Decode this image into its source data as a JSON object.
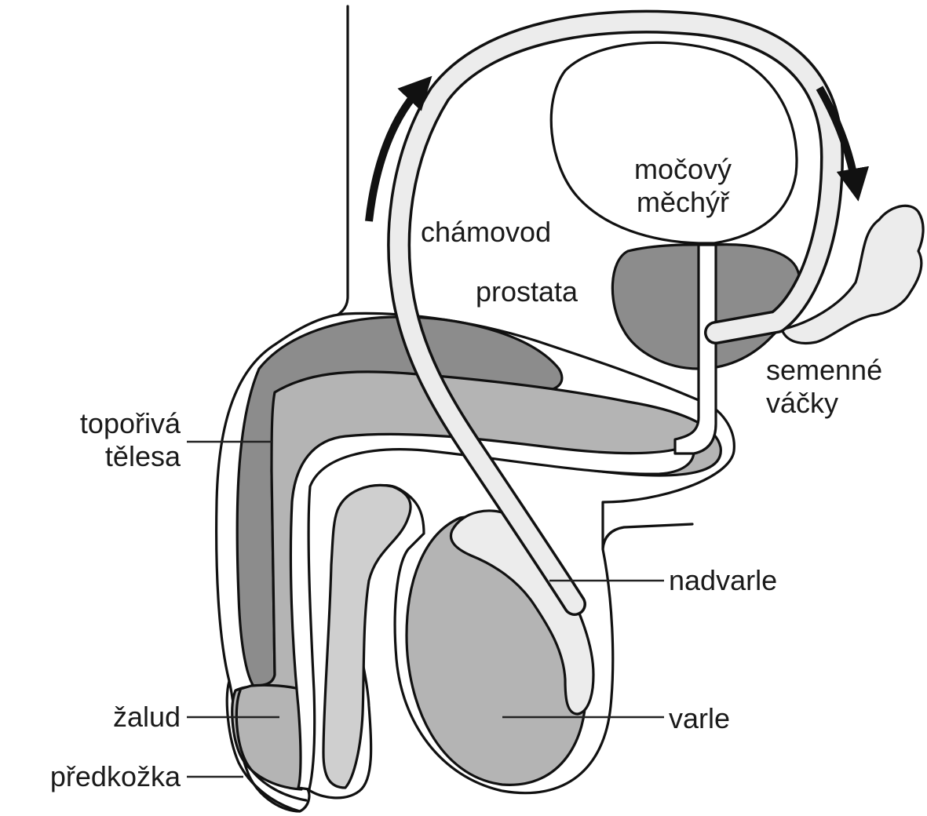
{
  "labels": {
    "mocovy": "močový",
    "mechyr": "měchýř",
    "chamovod": "chámovod",
    "prostata": "prostata",
    "semenne": "semenné",
    "vacky": "váčky",
    "toporiva": "topořivá",
    "telesa": "tělesa",
    "nadvarle": "nadvarle",
    "zalud": "žalud",
    "varle": "varle",
    "predkozka": "předkožka"
  },
  "colors": {
    "outline": "#111111",
    "dark_tissue": "#8c8c8c",
    "mid_tissue": "#b4b4b4",
    "light_tissue": "#cfcfcf",
    "duct": "#ececec",
    "background": "#ffffff",
    "arrow": "#111111"
  }
}
